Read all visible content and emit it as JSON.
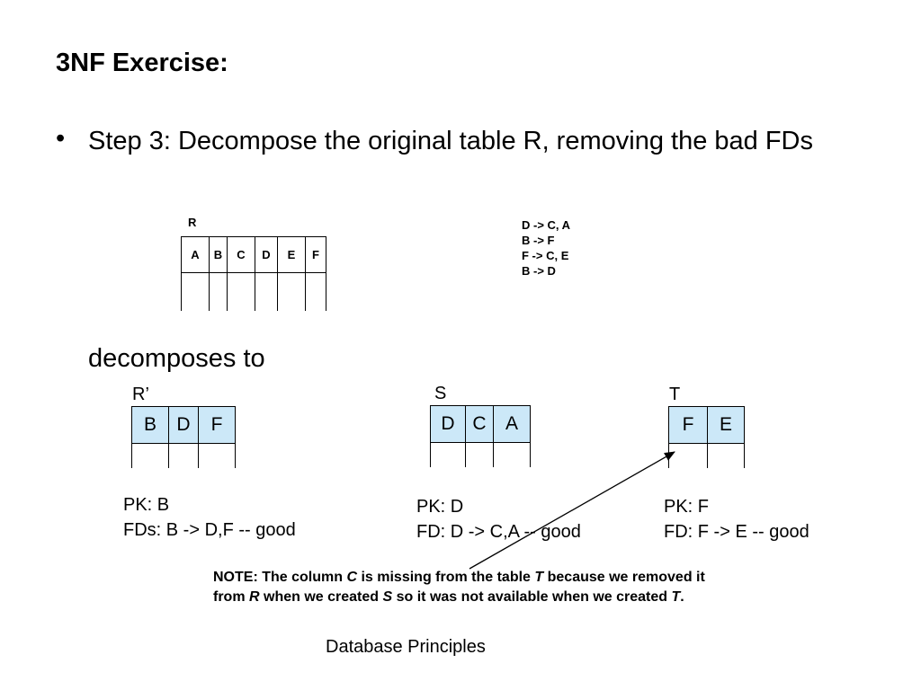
{
  "slide": {
    "title": "3NF Exercise:",
    "bullet_symbol": "•",
    "bullet_text": "Step 3: Decompose the original table R, removing the bad FDs",
    "decomposes_to": "decomposes to",
    "footer": "Database Principles"
  },
  "table_r": {
    "name": "R",
    "columns": [
      "A",
      "B",
      "C",
      "D",
      "E",
      "F"
    ]
  },
  "fds": [
    "D -> C, A",
    "B -> F",
    "F -> C, E",
    "B -> D"
  ],
  "table_r_prime": {
    "name": "R’",
    "columns": [
      "B",
      "D",
      "F"
    ],
    "pk": "PK: B",
    "fd": "FDs: B -> D,F   -- good"
  },
  "table_s": {
    "name": "S",
    "columns": [
      "D",
      "C",
      "A"
    ],
    "pk": "PK: D",
    "fd": "FD: D -> C,A  -- good"
  },
  "table_t": {
    "name": "T",
    "columns": [
      "F",
      "E"
    ],
    "pk": "PK: F",
    "fd": "FD: F -> E  -- good"
  },
  "note": {
    "p1": "NOTE: The column ",
    "c1": "C",
    "p2": " is missing from the table ",
    "c2": "T",
    "p3": " because we removed it from ",
    "c3": "R",
    "p4": " when we created ",
    "c4": "S",
    "p5": " so it was not available when we created ",
    "c5": "T",
    "p6": "."
  },
  "colors": {
    "header_fill": "#cce8f8"
  }
}
